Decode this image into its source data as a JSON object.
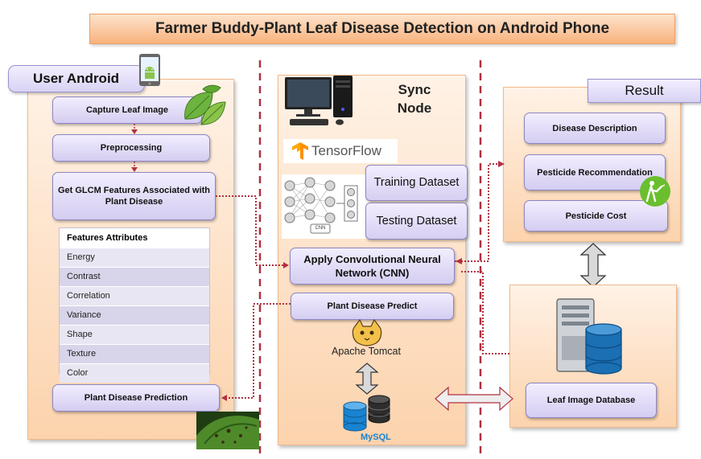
{
  "title": "Farmer Buddy-Plant Leaf Disease Detection on Android Phone",
  "user_panel": {
    "header": "User Android",
    "steps": [
      "Capture Leaf  Image",
      "Preprocessing",
      "Get GLCM Features Associated with Plant Disease"
    ],
    "features_header": "Features Attributes",
    "features": [
      "Energy",
      "Contrast",
      "Correlation",
      "Variance",
      "Shape",
      "Texture",
      "Color"
    ],
    "prediction": "Plant  Disease Prediction"
  },
  "sync_panel": {
    "header": "Sync Node",
    "tensorflow": "TensorFlow",
    "cnn_caption": "CNN",
    "training": "Training Dataset",
    "testing": "Testing Dataset",
    "apply_cnn": "Apply Convolutional Neural Network (CNN)",
    "predict": "Plant Disease Predict",
    "tomcat": "Apache Tomcat",
    "mysql": "MySQL"
  },
  "result_panel": {
    "header": "Result",
    "items": [
      "Disease Description",
      "Pesticide Recommendation",
      "Pesticide Cost"
    ]
  },
  "database": {
    "label": "Leaf Image Database"
  },
  "colors": {
    "panel": "#fcd3ad",
    "box": "#d4cdf1",
    "dashed_line": "#b03040",
    "arrow_fill": "#d9d9d9"
  }
}
